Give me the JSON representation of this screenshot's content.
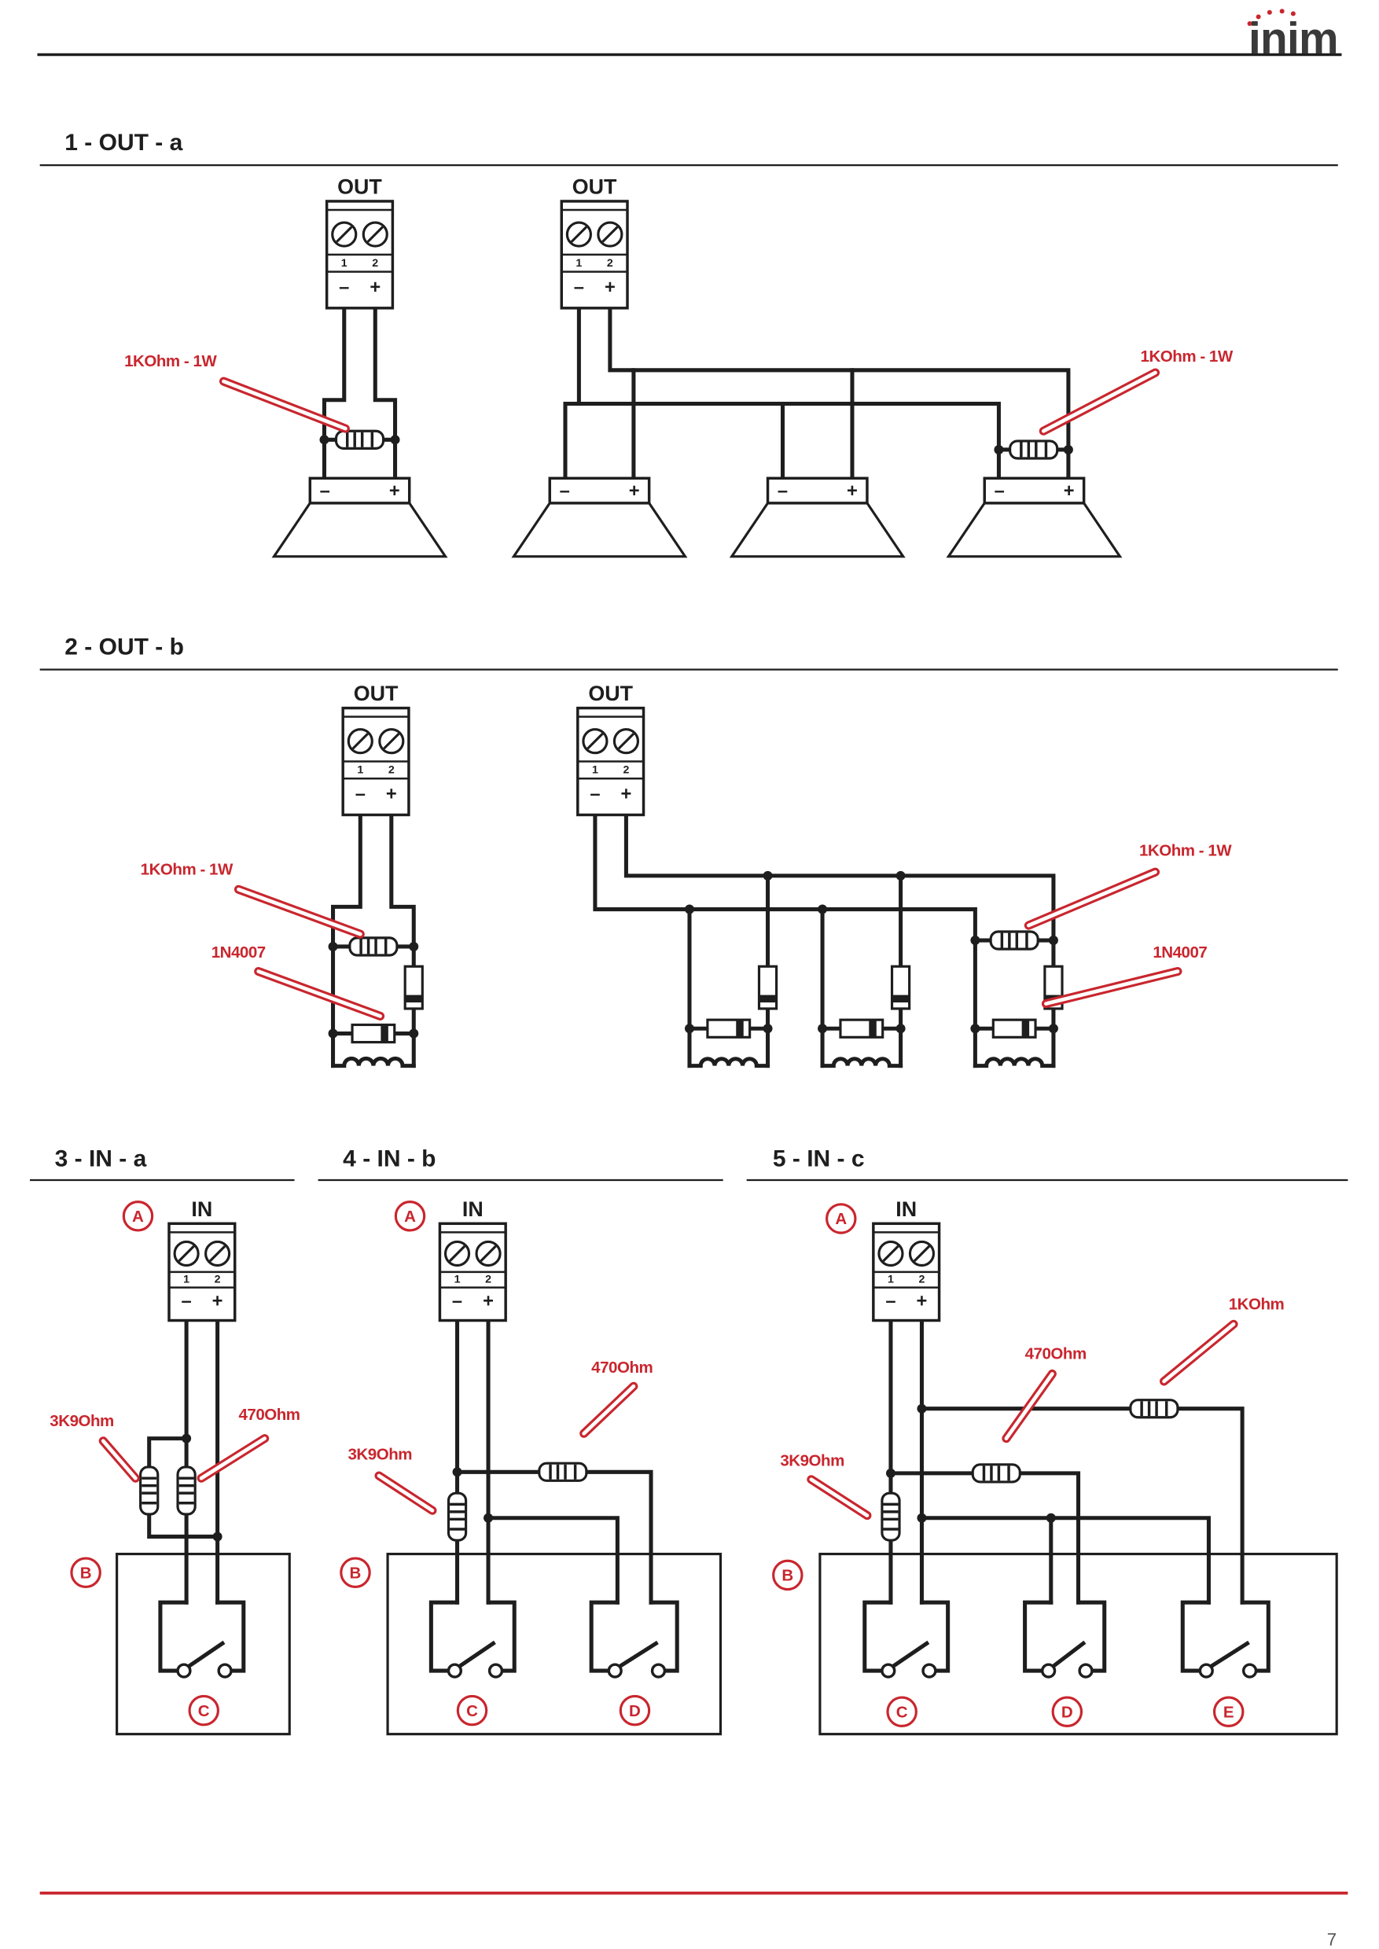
{
  "header": {
    "logo": "inim"
  },
  "colors": {
    "accent": "#c9262e",
    "ink": "#1e1e1e"
  },
  "sections": {
    "out_a": {
      "title": "1 - OUT - a"
    },
    "out_b": {
      "title": "2 - OUT - b"
    },
    "in_a": {
      "title": "3 - IN - a"
    },
    "in_b": {
      "title": "4 - IN - b"
    },
    "in_c": {
      "title": "5 - IN - c"
    }
  },
  "terminal": {
    "out_label": "OUT",
    "in_label": "IN",
    "pin_1": "1",
    "pin_2": "2",
    "minus": "–",
    "plus": "+"
  },
  "speaker": {
    "minus": "–",
    "plus": "+"
  },
  "components": {
    "resistor_1k_1w": "1KOhm - 1W",
    "diode": "1N4007",
    "resistor_3k9": "3K9Ohm",
    "resistor_470": "470Ohm",
    "resistor_1k": "1KOhm"
  },
  "markers": {
    "a": "A",
    "b": "B",
    "c": "C",
    "d": "D",
    "e": "E"
  },
  "footer": {
    "page_number": "7"
  }
}
